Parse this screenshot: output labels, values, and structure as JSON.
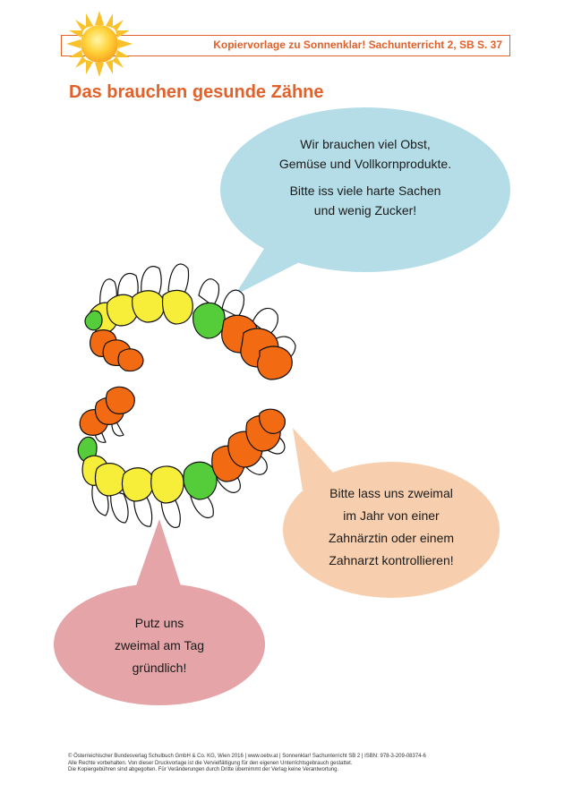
{
  "header": {
    "text": "Kopiervorlage zu Sonnenklar! Sachunterricht 2, SB S. 37"
  },
  "title": "Das brauchen gesunde Zähne",
  "bubbles": {
    "top": {
      "line1": "Wir brauchen viel Obst,",
      "line2": "Gemüse und Vollkornprodukte.",
      "line3": "Bitte iss viele harte Sachen",
      "line4": "und wenig Zucker!"
    },
    "right": {
      "line1": "Bitte lass uns zweimal",
      "line2": "im Jahr von einer",
      "line3": "Zahnärztin oder einem",
      "line4": "Zahnarzt kontrollieren!"
    },
    "left": {
      "line1": "Putz uns",
      "line2": "zweimal am Tag",
      "line3": "gründlich!"
    }
  },
  "footer": {
    "line1": "© Österreichischer Bundesverlag Schulbuch GmbH & Co. KG, Wien 2016 | www.oebv.at | Sonnenklar! Sachunterricht SB 2 | ISBN: 978-3-209-08374-6",
    "line2": "Alle Rechte vorbehalten. Von dieser Druckvorlage ist die Vervielfältigung für den eigenen Unterrichtsgebrauch gestattet.",
    "line3": "Die Kopiergebühren sind abgegolten. Für Veränderungen durch Dritte übernimmt der Verlag keine Verantwortung."
  },
  "colors": {
    "accent": "#e2612a",
    "bubble_blue": "#b4dde8",
    "bubble_peach": "#f8cfae",
    "bubble_pink": "#e4a4a8",
    "tooth_yellow": "#f7ee3a",
    "tooth_green": "#55cc3a",
    "tooth_orange": "#f26b12"
  }
}
